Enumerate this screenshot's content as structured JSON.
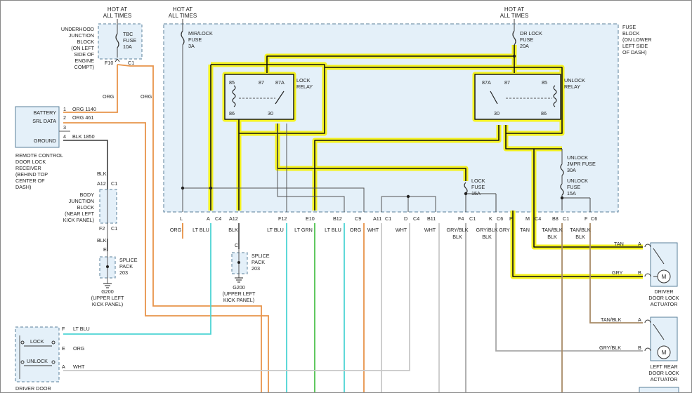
{
  "hot_labels": {
    "left": [
      "HOT AT",
      "ALL TIMES"
    ],
    "mid": [
      "HOT AT",
      "ALL TIMES"
    ],
    "right": [
      "HOT AT",
      "ALL TIMES"
    ]
  },
  "underhood": [
    "UNDERHOOD",
    "JUNCTION",
    "BLOCK",
    "(ON LEFT",
    "SIDE OF",
    "ENGINE",
    "COMPT)"
  ],
  "tbc_fuse": [
    "TBC",
    "FUSE",
    "10A"
  ],
  "tbc_pins": {
    "a": "F10",
    "b": "C1"
  },
  "fuse_block": [
    "FUSE",
    "BLOCK",
    "(ON LOWER",
    "LEFT SIDE",
    "OF DASH)"
  ],
  "mir_fuse": [
    "MIR/LOCK",
    "FUSE",
    "3A"
  ],
  "dr_fuse": [
    "DR LOCK",
    "FUSE",
    "20A"
  ],
  "lock_relay": {
    "name": [
      "LOCK",
      "RELAY"
    ],
    "pins": [
      "85",
      "87",
      "87A",
      "86",
      "30"
    ]
  },
  "unlock_relay": {
    "name": [
      "UNLOCK",
      "RELAY"
    ],
    "pins": [
      "87A",
      "87",
      "85",
      "30",
      "86"
    ]
  },
  "unlock_jmpr": [
    "UNLOCK",
    "JMPR FUSE",
    "30A"
  ],
  "unlock_fuse": [
    "UNLOCK",
    "FUSE",
    "15A"
  ],
  "lock_fuse": [
    "LOCK",
    "FUSE",
    "15A"
  ],
  "receiver": {
    "pins": [
      "BATTERY",
      "SRL DATA",
      "GROUND"
    ],
    "pin_nums": [
      "1",
      "2",
      "3",
      "4"
    ],
    "wires": [
      "ORG  1140",
      "ORG  461",
      "BLK  1850"
    ],
    "caption": [
      "REMOTE CONTROL",
      "DOOR LOCK",
      "RECEIVER",
      "(BEHIND TOP",
      "CENTER OF",
      "DASH)"
    ]
  },
  "org_label": "ORG",
  "body_jb": {
    "label": [
      "BODY",
      "JUNCTION",
      "BLOCK",
      "(NEAR LEFT",
      "KICK PANEL)"
    ],
    "top_wire": "BLK",
    "pins": [
      "A12",
      "C1",
      "F2",
      "C1"
    ],
    "low_wire": "BLK",
    "e_pin": "E"
  },
  "splice_left": [
    "SPLICE",
    "PACK",
    "203"
  ],
  "g200_left": [
    "G200",
    "(UPPER LEFT",
    "KICK PANEL)"
  ],
  "splice_mid": [
    "SPLICE",
    "PACK",
    "203"
  ],
  "g200_mid": [
    "G200",
    "(UPPER LEFT",
    "KICK PANEL)"
  ],
  "c_pin": "C",
  "bottom_pins": [
    "L",
    "A",
    "C4",
    "A12",
    "F12",
    "E10",
    "B12",
    "C9",
    "A11",
    "C1",
    "D",
    "C4",
    "B11",
    "F4",
    "C1",
    "K",
    "C6",
    "P",
    "M",
    "C4",
    "B8",
    "C1",
    "F",
    "C6"
  ],
  "bottom_wires": [
    "ORG",
    "LT BLU",
    "BLK",
    "LT BLU",
    "LT GRN",
    "LT BLU",
    "ORG",
    "WHT",
    "WHT",
    "WHT",
    "GRY/BLK",
    "GRY/BLK",
    "GRY",
    "TAN",
    "TAN/BLK",
    "TAN/BLK"
  ],
  "driver_act": {
    "wires": [
      "TAN",
      "GRY"
    ],
    "pins": [
      "A",
      "B"
    ],
    "motor": "M",
    "label": [
      "DRIVER",
      "DOOR LOCK",
      "ACTUATOR"
    ]
  },
  "rear_act": {
    "wires": [
      "TAN/BLK",
      "GRY/BLK"
    ],
    "pins": [
      "A",
      "B"
    ],
    "motor": "M",
    "label": [
      "LEFT REAR",
      "DOOR LOCK",
      "ACTUATOR"
    ]
  },
  "door_switch": {
    "buttons": [
      "LOCK",
      "UNLOCK"
    ],
    "pins": [
      "F",
      "E",
      "A"
    ],
    "wires": [
      "LT BLU",
      "ORG",
      "WHT"
    ],
    "label": "DRIVER DOOR"
  },
  "colors": {
    "org": "#e8944a",
    "ltblu": "#4cd4d4",
    "ltgrn": "#4ec24e",
    "wht": "#c8c8c8",
    "gry": "#a8a8a8",
    "tan": "#a88a66",
    "highlight": "#f4f21f",
    "block_fill": "#e4f0f9",
    "block_border": "#5a7f9a"
  }
}
